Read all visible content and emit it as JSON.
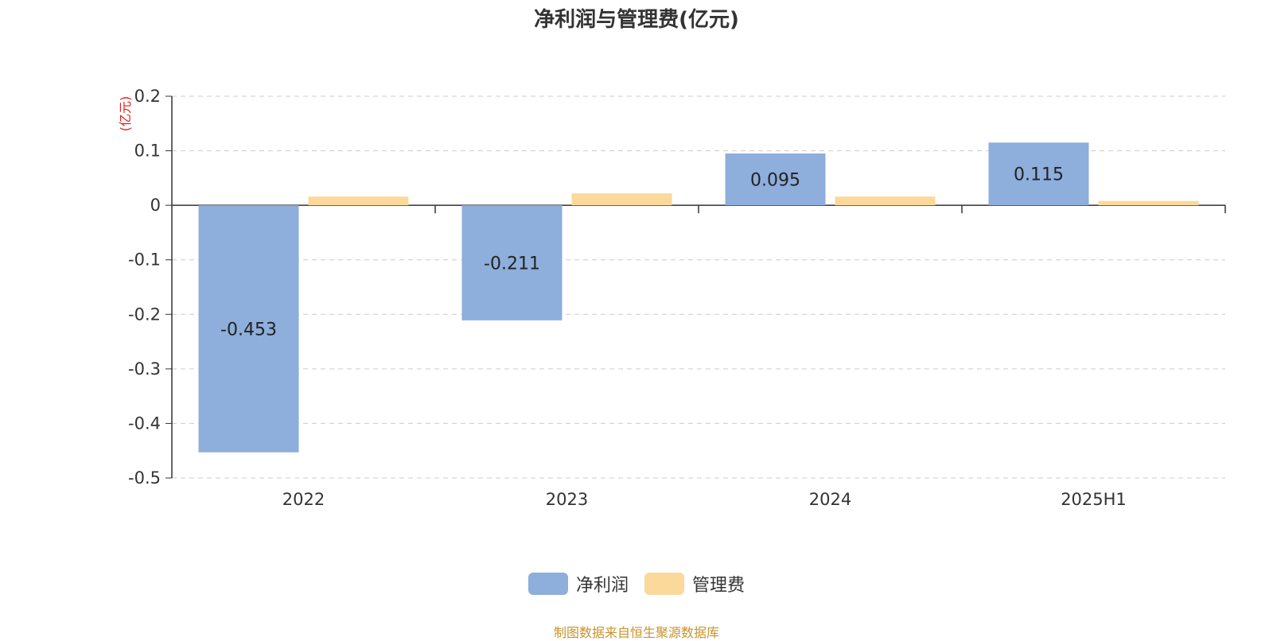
{
  "chart_data": {
    "type": "bar",
    "title": "净利润与管理费(亿元)",
    "ylabel": "(亿元)",
    "xlabel": "",
    "categories": [
      "2022",
      "2023",
      "2024",
      "2025H1"
    ],
    "series": [
      {
        "name": "净利润",
        "values": [
          -0.453,
          -0.211,
          0.095,
          0.115
        ],
        "color": "#8eaedb",
        "labels": [
          "-0.453",
          "-0.211",
          "0.095",
          "0.115"
        ]
      },
      {
        "name": "管理费",
        "values": [
          0.016,
          0.022,
          0.016,
          0.008
        ],
        "color": "#fbd99a"
      }
    ],
    "ylim": [
      -0.5,
      0.2
    ],
    "yticks": [
      0.2,
      0.1,
      0,
      -0.1,
      -0.2,
      -0.3,
      -0.4,
      -0.5
    ],
    "ytick_labels": [
      "0.2",
      "0.1",
      "0",
      "-0.1",
      "-0.2",
      "-0.3",
      "-0.4",
      "-0.5"
    ],
    "grid": true,
    "legend_position": "bottom-center",
    "source": "制图数据来自恒生聚源数据库"
  }
}
